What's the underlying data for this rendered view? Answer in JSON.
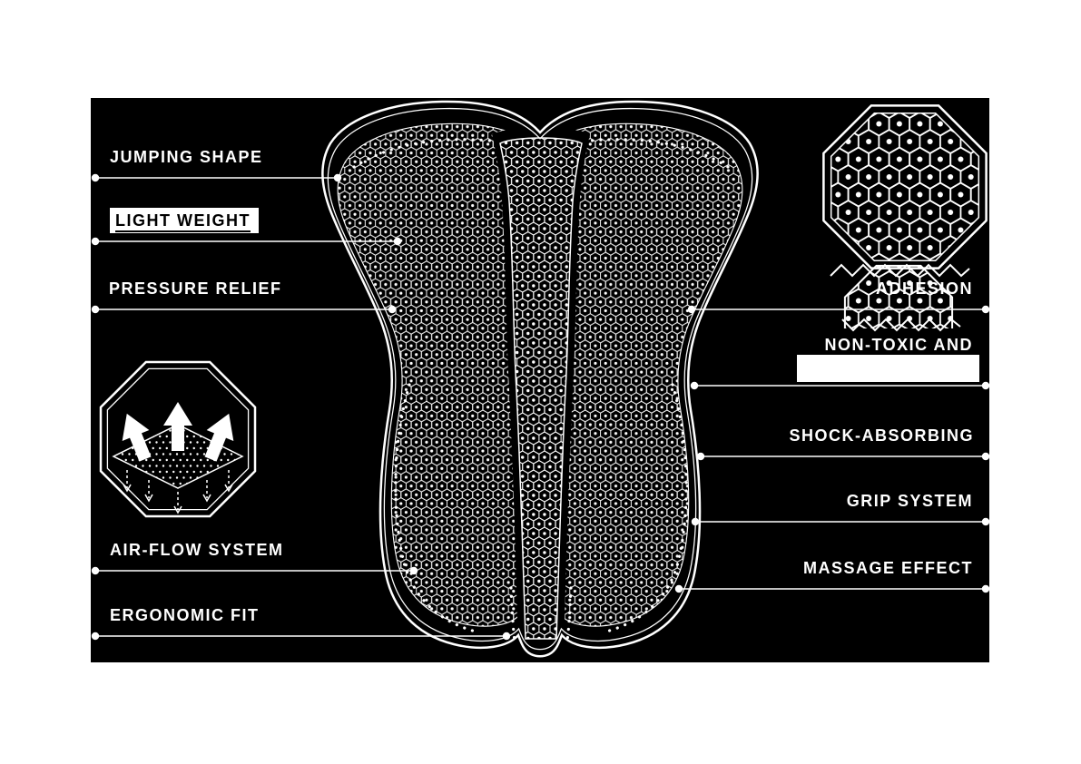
{
  "colors": {
    "background": "#ffffff",
    "panel": "#000000",
    "ink": "#ffffff",
    "highlight_bg": "#ffffff",
    "highlight_text": "#000000"
  },
  "labels": {
    "jumping_shape": "JUMPING SHAPE",
    "light_weight": "LIGHT WEIGHT",
    "pressure_relief": "PRESSURE RELIEF",
    "air_flow_system": "AIR-FLOW SYSTEM",
    "ergonomic_fit": "ERGONOMIC FIT",
    "adhesion": "ADHESION",
    "non_toxic_and": "NON-TOXIC AND",
    "shock_absorbing": "SHOCK-ABSORBING",
    "grip_system": "GRIP SYSTEM",
    "massage_effect": "MASSAGE EFFECT"
  },
  "icons": {
    "hex_material": "hexagon-pattern-octagon-icon",
    "hex_material_torn": "torn-hexagon-octagon-icon",
    "air_flow": "air-flow-octagon-icon",
    "pad": "chamois-pad-graphic"
  }
}
